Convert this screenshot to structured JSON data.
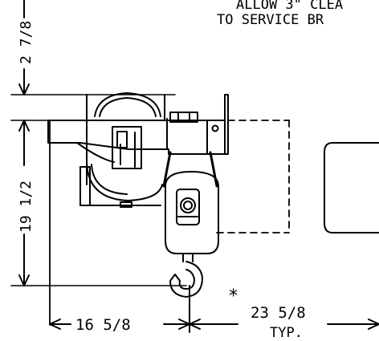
{
  "note": {
    "line1": "ALLOW 3\" CLEA",
    "line2": "TO SERVICE BR"
  },
  "dimensions": {
    "top_clearance": "2 7/8",
    "height": "19 1/2",
    "hook_offset": "16 5/8",
    "length": "23 5/8",
    "length_note": "TYP.",
    "asterisk": "*"
  },
  "colors": {
    "line": "#000000",
    "background": "#ffffff"
  }
}
